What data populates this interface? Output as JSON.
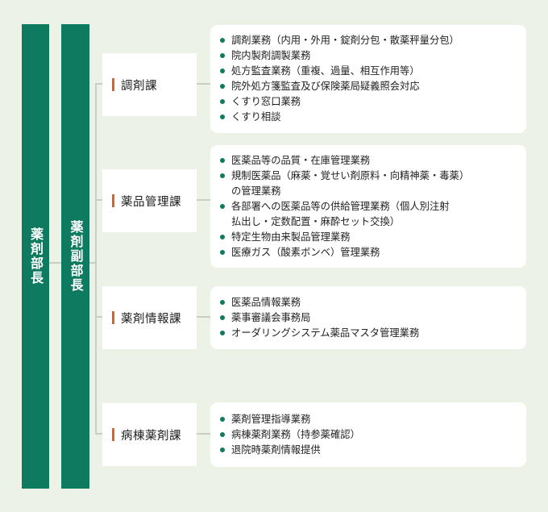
{
  "director": "薬剤部長",
  "deputy": "薬剤副部長",
  "sections": [
    {
      "name": "調剤課",
      "duties": [
        "調剤業務（内用・外用・錠剤分包・散薬秤量分包）",
        "院内製剤調製業務",
        "処方監査業務（重複、過量、相互作用等）",
        "院外処方箋監査及び保険薬局疑義照会対応",
        "くすり窓口業務",
        "くすり相談"
      ]
    },
    {
      "name": "薬品管理課",
      "duties": [
        "医薬品等の品質・在庫管理業務",
        "規制医薬品（麻薬・覚せい剤原料・向精神薬・毒薬）",
        "の管理業務",
        "各部署への医薬品等の供給管理業務（個人別注射",
        "払出し・定数配置・麻酔セット交換）",
        "特定生物由来製品管理業務",
        "医療ガス（酸素ボンベ）管理業務"
      ]
    },
    {
      "name": "薬剤情報課",
      "duties": [
        "医薬品情報業務",
        "薬事審議会事務局",
        "オーダリングシステム薬品マスタ管理業務"
      ]
    },
    {
      "name": "病棟薬剤課",
      "duties": [
        "薬剤管理指導業務",
        "病棟薬剤業務（持参薬確認）",
        "退院時薬剤情報提供"
      ]
    }
  ]
}
